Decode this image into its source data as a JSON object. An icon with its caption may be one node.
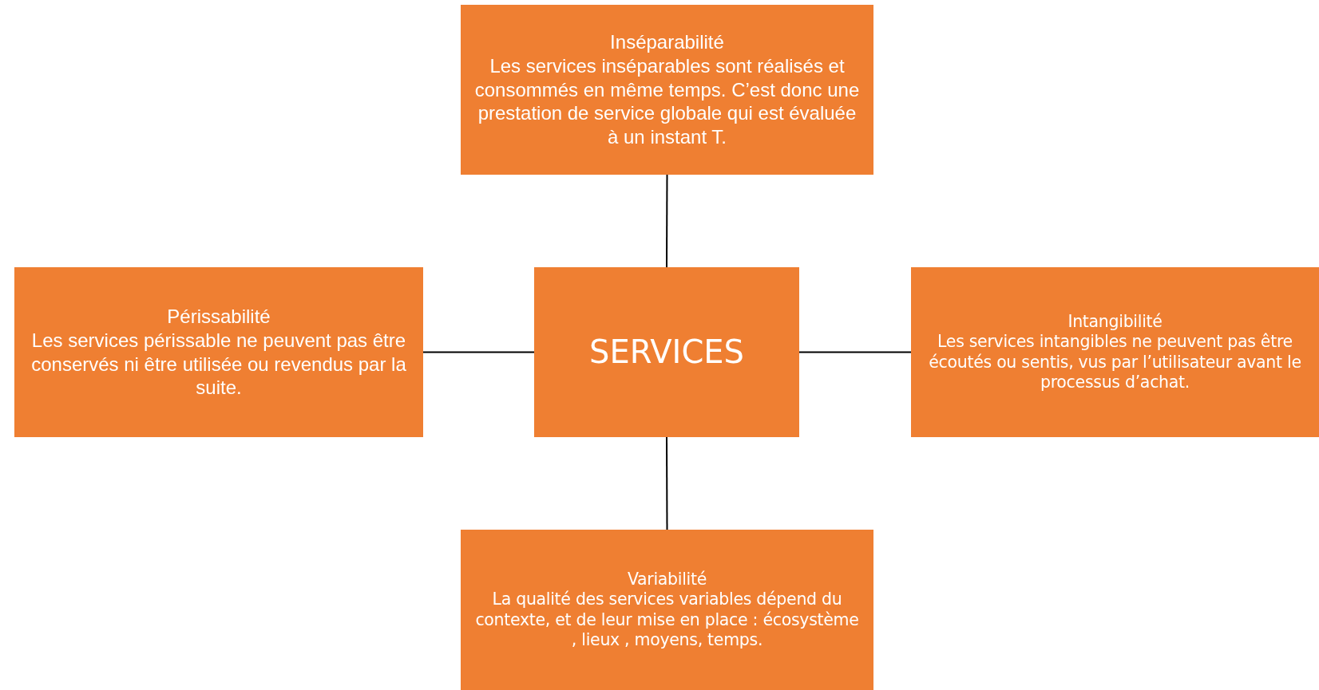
{
  "diagram": {
    "nodes": [
      {
        "text": [
          "Inséparabilité",
          "Les services inséparables sont réalisés et consommés en même temps. C’est donc une prestation de service globale qui est évaluée à un instant T."
        ]
      },
      {
        "text": [
          "Périssabilité",
          "Les services périssable ne peuvent pas être conservés ni être utilisée ou revendus par la suite."
        ]
      },
      {
        "text": [
          "SERVICES"
        ]
      },
      {
        "text": [
          "Intangibilité",
          "Les services intangibles ne peuvent pas être écoutés ou sentis, vus par l’utilisateur avant le processus d’achat."
        ]
      },
      {
        "text": [
          "Variabilité",
          "La qualité des services variables dépend du contexte, et de leur mise en place : écosystème , lieux , moyens, temps."
        ]
      }
    ],
    "edges": [
      {
        "from": 2,
        "to": 0,
        "arrow": "none"
      },
      {
        "from": 2,
        "to": 1,
        "arrow": "none"
      },
      {
        "from": 2,
        "to": 3,
        "arrow": "none"
      },
      {
        "from": 2,
        "to": 4,
        "arrow": "none"
      }
    ]
  }
}
